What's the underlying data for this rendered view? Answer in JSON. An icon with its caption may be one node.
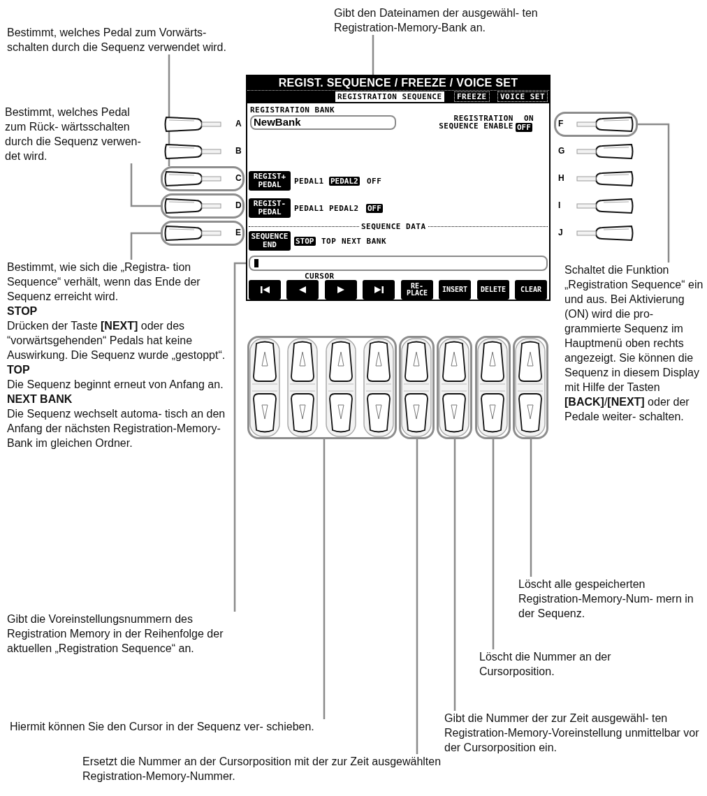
{
  "diagram": {
    "nodes": [
      {
        "text": [
          "Gibt den Dateinamen der ausgewähl- ten Registration-Memory-Bank an."
        ]
      },
      {
        "text": [
          "Bestimmt, welches Pedal zum Vorwärts- schalten durch die Sequenz verwendet wird."
        ]
      },
      {
        "text": [
          "Bestimmt, welches Pedal zum Rück- wärtsschalten durch die Sequenz verwen- det wird."
        ]
      },
      {
        "text": [
          "REGIST. SEQUENCE / FREEZE / VOICE SET"
        ]
      },
      {
        "text": [
          "NewBank"
        ],
        "in": 3
      },
      {
        "text": [],
        "shape": "box",
        "in": 3
      },
      {
        "text": [],
        "shape": "box"
      },
      {
        "text": [],
        "shape": "box"
      },
      {
        "text": [],
        "shape": "box"
      },
      {
        "text": [],
        "shape": "box"
      },
      {
        "text": [
          "Bestimmt, wie sich die „Registra- tion Sequence“ verhält, wenn das Ende der Sequenz erreicht wird.",
          "STOP",
          "Drücken der Taste **[NEXT]** oder des “vorwärtsgehenden“ Pedals hat keine Auswirkung. Die Sequenz wurde „gestoppt“.",
          "TOP",
          "Die Sequenz beginnt erneut von Anfang an.",
          "NEXT BANK",
          "Die Sequenz wechselt automa- tisch an den Anfang der nächsten Registration-Memory-Bank im gleichen Ordner."
        ]
      },
      {
        "text": [
          "Schaltet die Funktion „Registration Sequence“ ein und aus. Bei Aktivierung (ON) wird die pro- grammierte Sequenz im Hauptmenü oben rechts angezeigt. Sie können die Sequenz in diesem Display mit Hilfe der Tasten **[BACK]**/**[NEXT]** oder der Pedale weiter- schalten."
        ]
      },
      {
        "text": [],
        "shape": "box"
      },
      {
        "text": [],
        "shape": "box"
      },
      {
        "text": [],
        "shape": "box"
      },
      {
        "text": [],
        "shape": "box"
      },
      {
        "text": [],
        "shape": "box"
      },
      {
        "text": [
          "Löscht alle gespeicherten Registration-Memory-Num- mern in der Sequenz."
        ]
      },
      {
        "text": [
          "Gibt die Voreinstellungsnummern des Registration Memory in der Reihenfolge der aktuellen „Registration Sequence“ an."
        ]
      },
      {
        "text": [
          "Löscht die Nummer an der Cursorposition."
        ]
      },
      {
        "text": [
          "Hiermit können Sie den Cursor in der Sequenz ver- schieben."
        ]
      },
      {
        "text": [
          "Gibt die Nummer der zur Zeit ausgewähl- ten Registration-Memory-Voreinstellung unmittelbar vor der Cursorposition ein."
        ]
      },
      {
        "text": [
          "Ersetzt die Nummer an der Cursorposition mit der zur Zeit ausgewählten Registration-Memory-Nummer."
        ]
      }
    ],
    "edges": [
      {
        "from": 0,
        "to": 4,
        "arrow": "none"
      },
      {
        "from": 1,
        "to": 6,
        "arrow": "none"
      },
      {
        "from": 2,
        "to": 7,
        "arrow": "none"
      },
      {
        "from": 10,
        "to": 8,
        "arrow": "none"
      },
      {
        "from": 11,
        "to": 9,
        "arrow": "none"
      },
      {
        "from": 18,
        "to": 5,
        "arrow": "none"
      },
      {
        "from": 20,
        "to": 12,
        "arrow": "none"
      },
      {
        "from": 22,
        "to": 13,
        "arrow": "none"
      },
      {
        "from": 21,
        "to": 14,
        "arrow": "none"
      },
      {
        "from": 19,
        "to": 15,
        "arrow": "none"
      },
      {
        "from": 17,
        "to": 16,
        "arrow": "none"
      }
    ],
    "labels": [
      "REGISTRATION SEQUENCE",
      "FREEZE",
      "VOICE SET",
      "REGISTRATION BANK",
      "A",
      "REGISTRATION SEQUENCE ENABLE",
      "ON",
      "F",
      "OFF",
      "B",
      "G",
      "C",
      "REGIST+ PEDAL",
      "PEDAL1",
      "PEDAL2",
      "OFF",
      "H",
      "D",
      "REGIST- PEDAL",
      "PEDAL1",
      "PEDAL2",
      "OFF",
      "I",
      "SEQUENCE DATA",
      "E",
      "SEQUENCE END",
      "STOP",
      "TOP",
      "NEXT BANK",
      "J",
      "CURSOR",
      "RE- PLACE",
      "INSERT",
      "DELETE",
      "CLEAR"
    ]
  }
}
